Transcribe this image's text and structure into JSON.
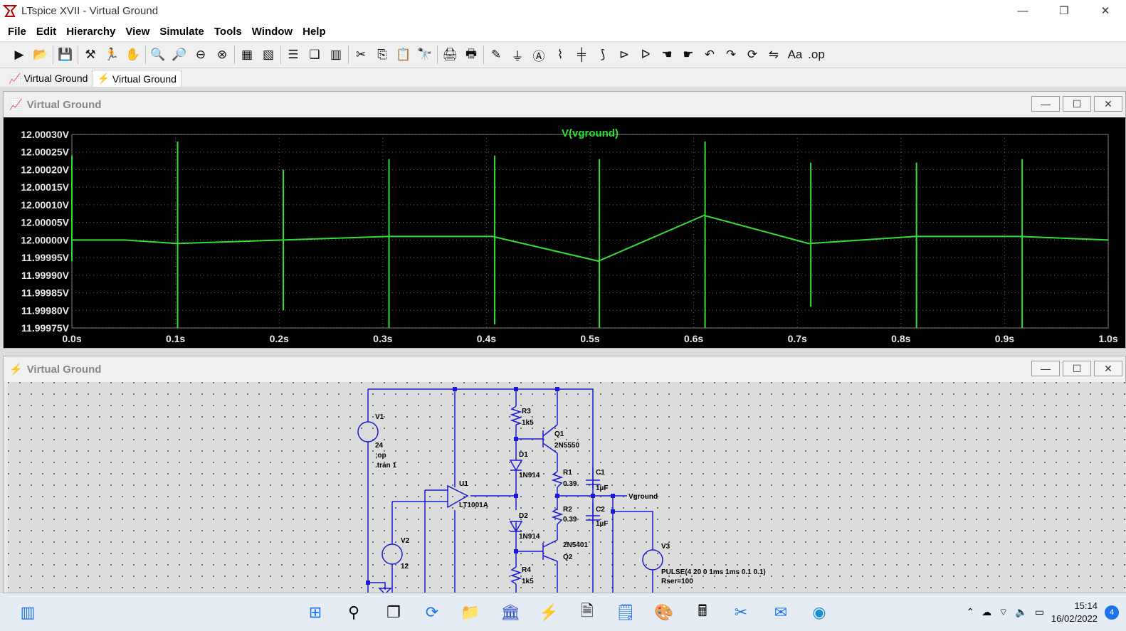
{
  "window": {
    "title": "LTspice XVII - Virtual Ground",
    "minimize": "—",
    "restore": "❐",
    "close": "✕"
  },
  "menu": [
    "File",
    "Edit",
    "Hierarchy",
    "View",
    "Simulate",
    "Tools",
    "Window",
    "Help"
  ],
  "tabs": [
    {
      "label": "Virtual Ground",
      "icon": "waveform-icon"
    },
    {
      "label": "Virtual Ground",
      "icon": "schematic-icon"
    }
  ],
  "plot_pane": {
    "title": "Virtual Ground",
    "min": "—",
    "max": "☐",
    "close": "✕"
  },
  "schematic_pane": {
    "title": "Virtual Ground",
    "min": "—",
    "max": "☐",
    "close": "✕"
  },
  "chart_data": {
    "type": "line",
    "title": "V(vground)",
    "xlim": [
      0.0,
      1.0
    ],
    "ylim": [
      11.99975,
      12.0003
    ],
    "x_ticks": [
      "0.0s",
      "0.1s",
      "0.2s",
      "0.3s",
      "0.4s",
      "0.5s",
      "0.6s",
      "0.7s",
      "0.8s",
      "0.9s",
      "1.0s"
    ],
    "y_ticks": [
      "12.00030V",
      "12.00025V",
      "12.00020V",
      "12.00015V",
      "12.00010V",
      "12.00005V",
      "12.00000V",
      "11.99995V",
      "11.99990V",
      "11.99985V",
      "11.99980V",
      "11.99975V"
    ],
    "grid": true,
    "series": [
      {
        "name": "V(vground)",
        "color": "#33dd33",
        "x": [
          0.0,
          0.051,
          0.101,
          0.203,
          0.305,
          0.406,
          0.508,
          0.61,
          0.711,
          0.813,
          0.915,
          1.0
        ],
        "y": [
          12.0,
          12.0,
          11.99999,
          12.0,
          12.00001,
          12.00001,
          11.99994,
          12.00007,
          11.99999,
          12.00001,
          12.00001,
          12.0
        ]
      }
    ],
    "spikes": [
      {
        "x": 0.0,
        "hi": 12.00024,
        "lo": 11.99994
      },
      {
        "x": 0.102,
        "hi": 12.00028,
        "lo": 11.99975
      },
      {
        "x": 0.204,
        "hi": 12.0002,
        "lo": 11.9998
      },
      {
        "x": 0.306,
        "hi": 12.00023,
        "lo": 11.99975
      },
      {
        "x": 0.408,
        "hi": 12.00024,
        "lo": 11.99976
      },
      {
        "x": 0.509,
        "hi": 12.00023,
        "lo": 11.99975
      },
      {
        "x": 0.611,
        "hi": 12.00028,
        "lo": 11.99975
      },
      {
        "x": 0.713,
        "hi": 12.00022,
        "lo": 11.99981
      },
      {
        "x": 0.815,
        "hi": 12.00022,
        "lo": 11.99975
      },
      {
        "x": 0.917,
        "hi": 12.00023,
        "lo": 11.99975
      }
    ]
  },
  "schematic": {
    "labels": {
      "v1": "V1",
      "v1val": "24",
      "op": ";op",
      "tran": ".tran 1",
      "u1": "U1",
      "u1model": "LT1001A",
      "v2": "V2",
      "v2val": "12",
      "r3": "R3",
      "r3val": "1k5",
      "q1": "Q1",
      "q1model": "2N5550",
      "d1": "D1",
      "d1model": "1N914",
      "r1": "R1",
      "r1val": "0.39",
      "c1": "C1",
      "c1val": "1µF",
      "vground": "Vground",
      "r2": "R2",
      "r2val": "0.39",
      "c2": "C2",
      "c2val": "1µF",
      "d2": "D2",
      "d2model": "1N914",
      "q2model": "2N5401",
      "q2": "Q2",
      "r4": "R4",
      "r4val": "1k5",
      "v3": "V3",
      "v3val": "PULSE(4 20 0 1ms 1ms 0.1 0.1)",
      "rser": "Rser=100"
    }
  },
  "taskbar": {
    "time": "15:14",
    "date": "16/02/2022",
    "notifications": "4"
  }
}
